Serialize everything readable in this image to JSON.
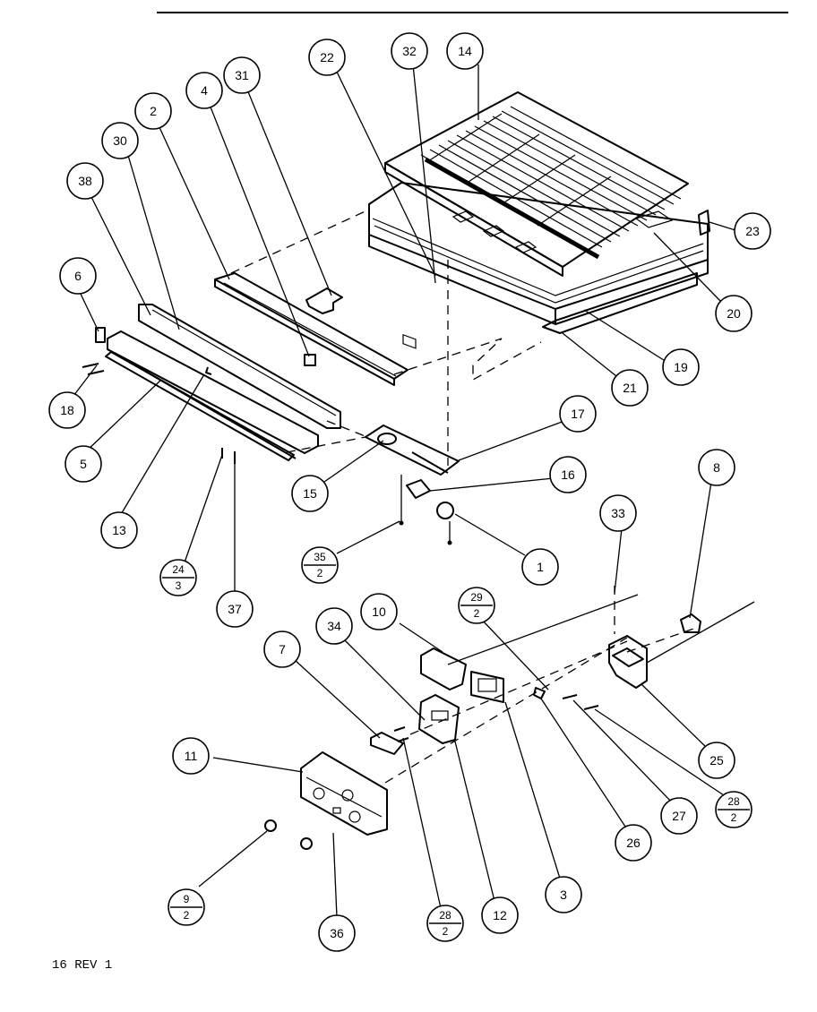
{
  "diagram": {
    "revision_label": "16 REV 1",
    "callouts": {
      "c1": "1",
      "c2": "2",
      "c3": "3",
      "c4": "4",
      "c5": "5",
      "c6": "6",
      "c7": "7",
      "c8": "8",
      "c10": "10",
      "c11": "11",
      "c12": "12",
      "c13": "13",
      "c14": "14",
      "c15": "15",
      "c16": "16",
      "c17": "17",
      "c18": "18",
      "c19": "19",
      "c20": "20",
      "c21": "21",
      "c22": "22",
      "c23": "23",
      "c25": "25",
      "c26": "26",
      "c27": "27",
      "c30": "30",
      "c31": "31",
      "c32": "32",
      "c33": "33",
      "c34": "34",
      "c36": "36",
      "c37": "37",
      "c38": "38"
    },
    "fraction_callouts": {
      "f9": {
        "num": "9",
        "den": "2"
      },
      "f24": {
        "num": "24",
        "den": "3"
      },
      "f35": {
        "num": "35",
        "den": "2"
      },
      "f29": {
        "num": "29",
        "den": "2"
      },
      "f28a": {
        "num": "28",
        "den": "2"
      },
      "f28b": {
        "num": "28",
        "den": "2"
      }
    }
  }
}
